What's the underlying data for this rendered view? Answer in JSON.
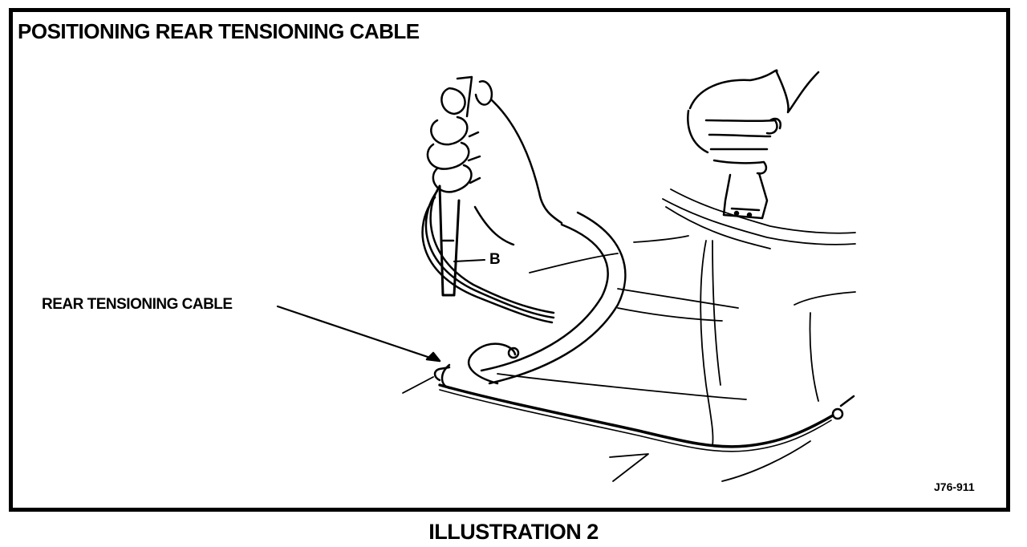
{
  "diagram": {
    "title": "POSITIONING REAR TENSIONING CABLE",
    "labels": {
      "rear_tensioning_cable": "REAR TENSIONING CABLE",
      "callout_b": "B",
      "figure_id": "J76-911"
    },
    "caption": "ILLUSTRATION 2"
  }
}
